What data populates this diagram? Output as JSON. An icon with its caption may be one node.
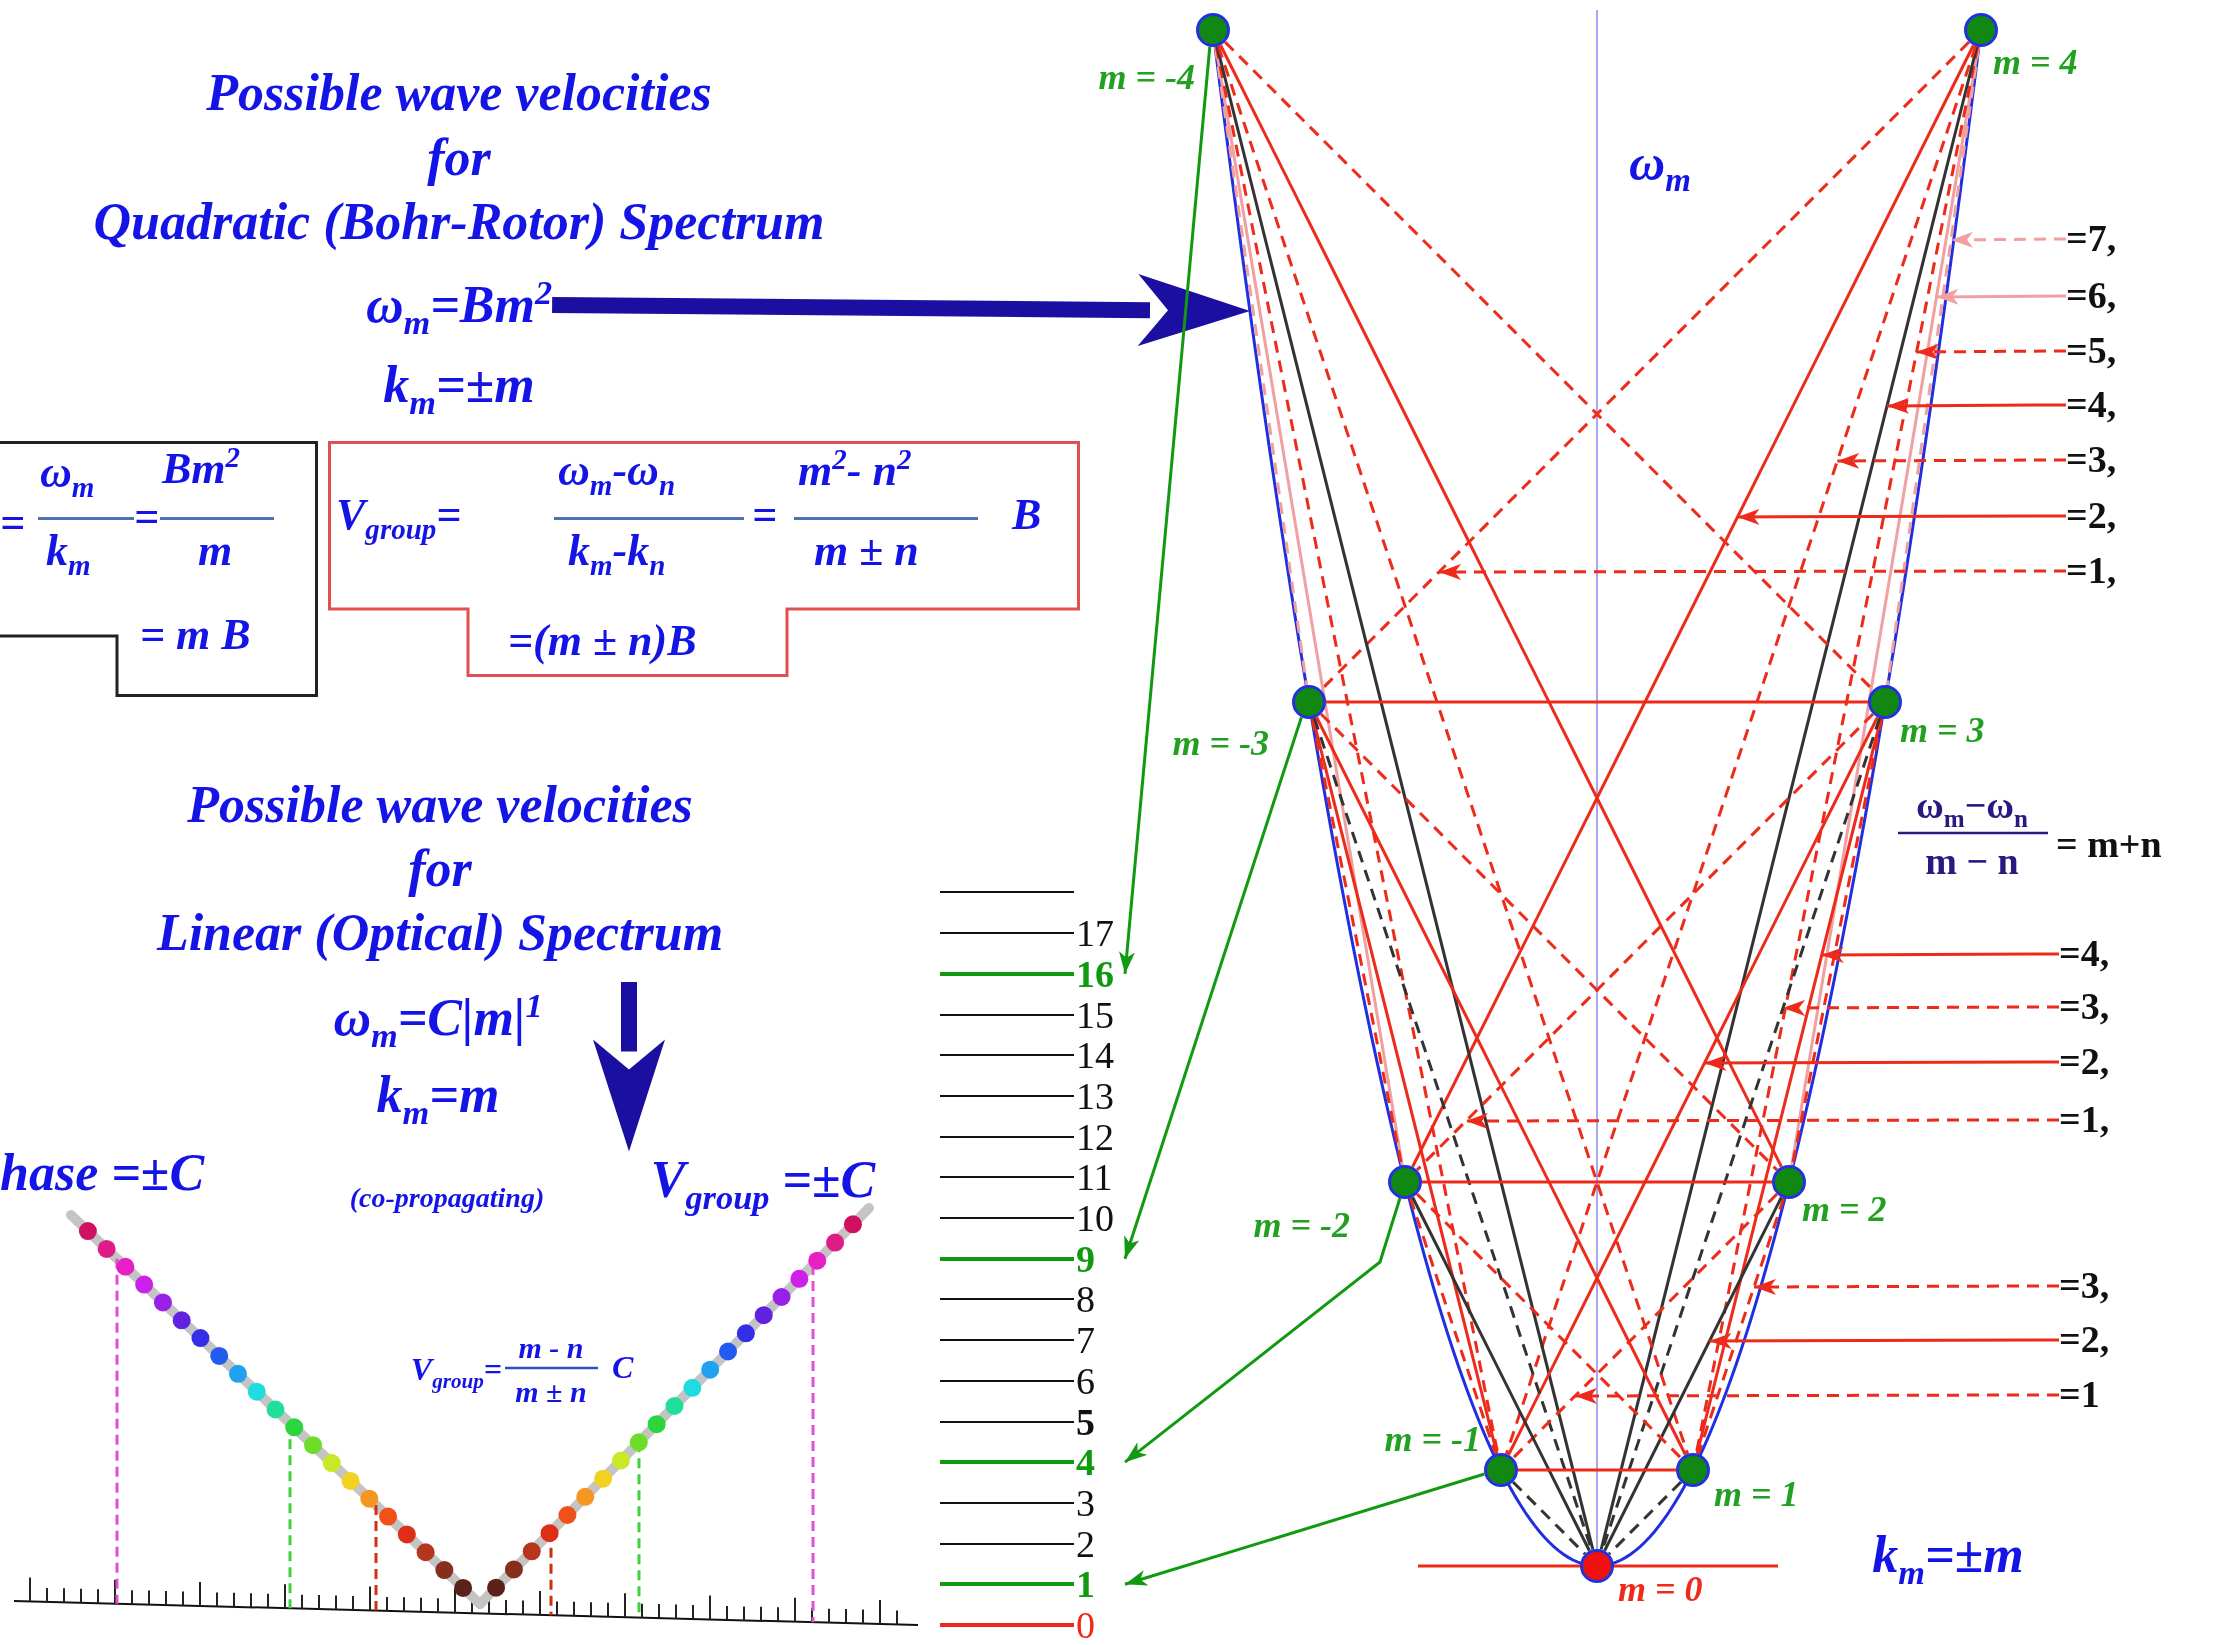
{
  "diagram": {
    "nodes": [
      {
        "text": [
          "=",
          "ω$_{m}$",
          "k$_{m}$",
          "=",
          "Bm$^{2}$",
          "m",
          "= m B"
        ]
      },
      {
        "text": [
          "V$_{group}$=",
          "ω$_{m}$-ω$_{n}$",
          "k$_{m}$-k$_{n}$",
          "=",
          "m$^{2}$- n$^{2}$",
          "m ± n",
          "B",
          "=(m ± n)B"
        ]
      },
      {
        "text": [
          "ω$_{m}$=Bm$^{2}$"
        ]
      },
      {
        "text": [
          "V$_{group}$ =±C"
        ]
      },
      {
        "text": [],
        "shape": "circle",
        "beside": [
          "m = -4"
        ]
      },
      {
        "text": [],
        "shape": "circle",
        "beside": [
          "m = 4"
        ]
      },
      {
        "text": [],
        "shape": "circle",
        "beside": [
          "m = -3"
        ]
      },
      {
        "text": [],
        "shape": "circle",
        "beside": [
          "m = 3"
        ]
      },
      {
        "text": [],
        "shape": "circle",
        "beside": [
          "m = -2"
        ]
      },
      {
        "text": [],
        "shape": "circle",
        "beside": [
          "m = 2"
        ]
      },
      {
        "text": [],
        "shape": "circle",
        "beside": [
          "m = -1"
        ]
      },
      {
        "text": [],
        "shape": "circle",
        "beside": [
          "m = 1"
        ]
      },
      {
        "text": [],
        "shape": "circle",
        "beside": [
          "m = 0"
        ]
      },
      {
        "text": [
          "17"
        ]
      },
      {
        "text": [
          "16"
        ]
      },
      {
        "text": [
          "15"
        ]
      },
      {
        "text": [
          "14"
        ]
      },
      {
        "text": [
          "13"
        ]
      },
      {
        "text": [
          "12"
        ]
      },
      {
        "text": [
          "11"
        ]
      },
      {
        "text": [
          "10"
        ]
      },
      {
        "text": [
          "9"
        ]
      },
      {
        "text": [
          "8"
        ]
      },
      {
        "text": [
          "7"
        ]
      },
      {
        "text": [
          "6"
        ]
      },
      {
        "text": [
          "5"
        ]
      },
      {
        "text": [
          "4"
        ]
      },
      {
        "text": [
          "3"
        ]
      },
      {
        "text": [
          "2"
        ]
      },
      {
        "text": [
          "1"
        ]
      },
      {
        "text": [
          "0"
        ]
      },
      {
        "text": [
          "=7,"
        ]
      },
      {
        "text": [
          "=6,"
        ]
      },
      {
        "text": [
          "=5,"
        ]
      },
      {
        "text": [
          "=4,"
        ]
      },
      {
        "text": [
          "=3,"
        ]
      },
      {
        "text": [
          "=2,"
        ]
      },
      {
        "text": [
          "=1,"
        ]
      },
      {
        "text": [
          "=4,"
        ]
      },
      {
        "text": [
          "=3,"
        ]
      },
      {
        "text": [
          "=2,"
        ]
      },
      {
        "text": [
          "=1,"
        ]
      },
      {
        "text": [
          "=3,"
        ]
      },
      {
        "text": [
          "=2,"
        ]
      },
      {
        "text": [
          "=1"
        ]
      }
    ],
    "edges": [
      {
        "from": 2,
        "to": null,
        "arrow": "to",
        "style": "thick",
        "color": "#1a0fa0"
      },
      {
        "from": null,
        "to": 3,
        "arrow": "to",
        "style": "thick",
        "color": "#1a0fa0"
      },
      {
        "from": 4,
        "to": 14,
        "arrow": "to",
        "color": "#119911"
      },
      {
        "from": 6,
        "to": 21,
        "arrow": "to",
        "color": "#119911"
      },
      {
        "from": 8,
        "to": 26,
        "arrow": "to",
        "color": "#119911"
      },
      {
        "from": 10,
        "to": 29,
        "arrow": "to",
        "color": "#119911"
      },
      {
        "from": 5,
        "to": 7,
        "arrow": "none",
        "style": "dashed",
        "color": "#f0a0a0"
      },
      {
        "from": 5,
        "to": 9,
        "arrow": "none",
        "color": "#f0a0a0"
      },
      {
        "from": 5,
        "to": 11,
        "arrow": "none",
        "style": "dashed"
      },
      {
        "from": 5,
        "to": 12,
        "arrow": "none",
        "color": "#333333"
      },
      {
        "from": 5,
        "to": 10,
        "arrow": "none",
        "style": "dashed"
      },
      {
        "from": 5,
        "to": 8,
        "arrow": "none"
      },
      {
        "from": 5,
        "to": 6,
        "arrow": "none",
        "style": "dashed"
      },
      {
        "from": 4,
        "to": 6,
        "arrow": "none",
        "style": "dashed",
        "color": "#f0a0a0"
      },
      {
        "from": 4,
        "to": 8,
        "arrow": "none",
        "color": "#f0a0a0"
      },
      {
        "from": 4,
        "to": 10,
        "arrow": "none",
        "style": "dashed"
      },
      {
        "from": 4,
        "to": 12,
        "arrow": "none",
        "color": "#333333"
      },
      {
        "from": 4,
        "to": 11,
        "arrow": "none",
        "style": "dashed"
      },
      {
        "from": 4,
        "to": 9,
        "arrow": "none"
      },
      {
        "from": 4,
        "to": 7,
        "arrow": "none",
        "style": "dashed"
      },
      {
        "from": 7,
        "to": 9,
        "arrow": "none",
        "style": "dashed"
      },
      {
        "from": 7,
        "to": 11,
        "arrow": "none"
      },
      {
        "from": 7,
        "to": 12,
        "arrow": "none",
        "style": "dashed",
        "color": "#333333"
      },
      {
        "from": 7,
        "to": 10,
        "arrow": "none"
      },
      {
        "from": 7,
        "to": 8,
        "arrow": "none",
        "style": "dashed"
      },
      {
        "from": 7,
        "to": 6,
        "arrow": "none"
      },
      {
        "from": 6,
        "to": 8,
        "arrow": "none",
        "style": "dashed"
      },
      {
        "from": 6,
        "to": 10,
        "arrow": "none"
      },
      {
        "from": 6,
        "to": 12,
        "arrow": "none",
        "style": "dashed",
        "color": "#333333"
      },
      {
        "from": 6,
        "to": 11,
        "arrow": "none"
      },
      {
        "from": 6,
        "to": 9,
        "arrow": "none",
        "style": "dashed"
      },
      {
        "from": 9,
        "to": 11,
        "arrow": "none",
        "style": "dashed"
      },
      {
        "from": 9,
        "to": 12,
        "arrow": "none",
        "color": "#333333"
      },
      {
        "from": 9,
        "to": 10,
        "arrow": "none",
        "style": "dashed"
      },
      {
        "from": 9,
        "to": 8,
        "arrow": "none"
      },
      {
        "from": 8,
        "to": 10,
        "arrow": "none",
        "style": "dashed"
      },
      {
        "from": 8,
        "to": 12,
        "arrow": "none",
        "color": "#333333"
      },
      {
        "from": 8,
        "to": 11,
        "arrow": "none",
        "style": "dashed"
      },
      {
        "from": 11,
        "to": 12,
        "arrow": "none",
        "style": "dashed",
        "color": "#333333"
      },
      {
        "from": 11,
        "to": 10,
        "arrow": "none"
      },
      {
        "from": 10,
        "to": 12,
        "arrow": "none",
        "style": "dashed",
        "color": "#333333"
      },
      {
        "from": 31,
        "to": null,
        "arrow": "to",
        "style": "dashed",
        "color": "#f0a0a0"
      },
      {
        "from": 32,
        "to": null,
        "arrow": "to",
        "color": "#f0a0a0"
      },
      {
        "from": 33,
        "to": null,
        "arrow": "to",
        "style": "dashed"
      },
      {
        "from": 34,
        "to": null,
        "arrow": "to"
      },
      {
        "from": 35,
        "to": null,
        "arrow": "to",
        "style": "dashed"
      },
      {
        "from": 36,
        "to": null,
        "arrow": "to"
      },
      {
        "from": 37,
        "to": null,
        "arrow": "to",
        "style": "dashed"
      },
      {
        "from": 38,
        "to": null,
        "arrow": "to"
      },
      {
        "from": 39,
        "to": null,
        "arrow": "to",
        "style": "dashed"
      },
      {
        "from": 40,
        "to": null,
        "arrow": "to"
      },
      {
        "from": 41,
        "to": null,
        "arrow": "to",
        "style": "dashed"
      },
      {
        "from": 42,
        "to": null,
        "arrow": "to",
        "style": "dashed"
      },
      {
        "from": 43,
        "to": null,
        "arrow": "to"
      },
      {
        "from": 44,
        "to": null,
        "arrow": "to",
        "style": "dashed"
      }
    ],
    "labels": [
      "Possible wave velocities",
      "for",
      "Quadratic (Bohr-Rotor) Spectrum",
      "k$_{m}$=±m",
      "Possible wave velocities",
      "for",
      "Linear (Optical) Spectrum",
      "ω$_{m}$=C|m|$^{1}$",
      "k$_{m}$=m",
      "hase =±C",
      "(co-propagating)",
      "V$_{group}$=",
      "m - n",
      "m ± n",
      "C",
      "ω$_{m}$",
      "ω$_{m}$−ω$_{n}$",
      "m − n",
      "= m+n",
      "k$_{m}$=±m"
    ]
  }
}
